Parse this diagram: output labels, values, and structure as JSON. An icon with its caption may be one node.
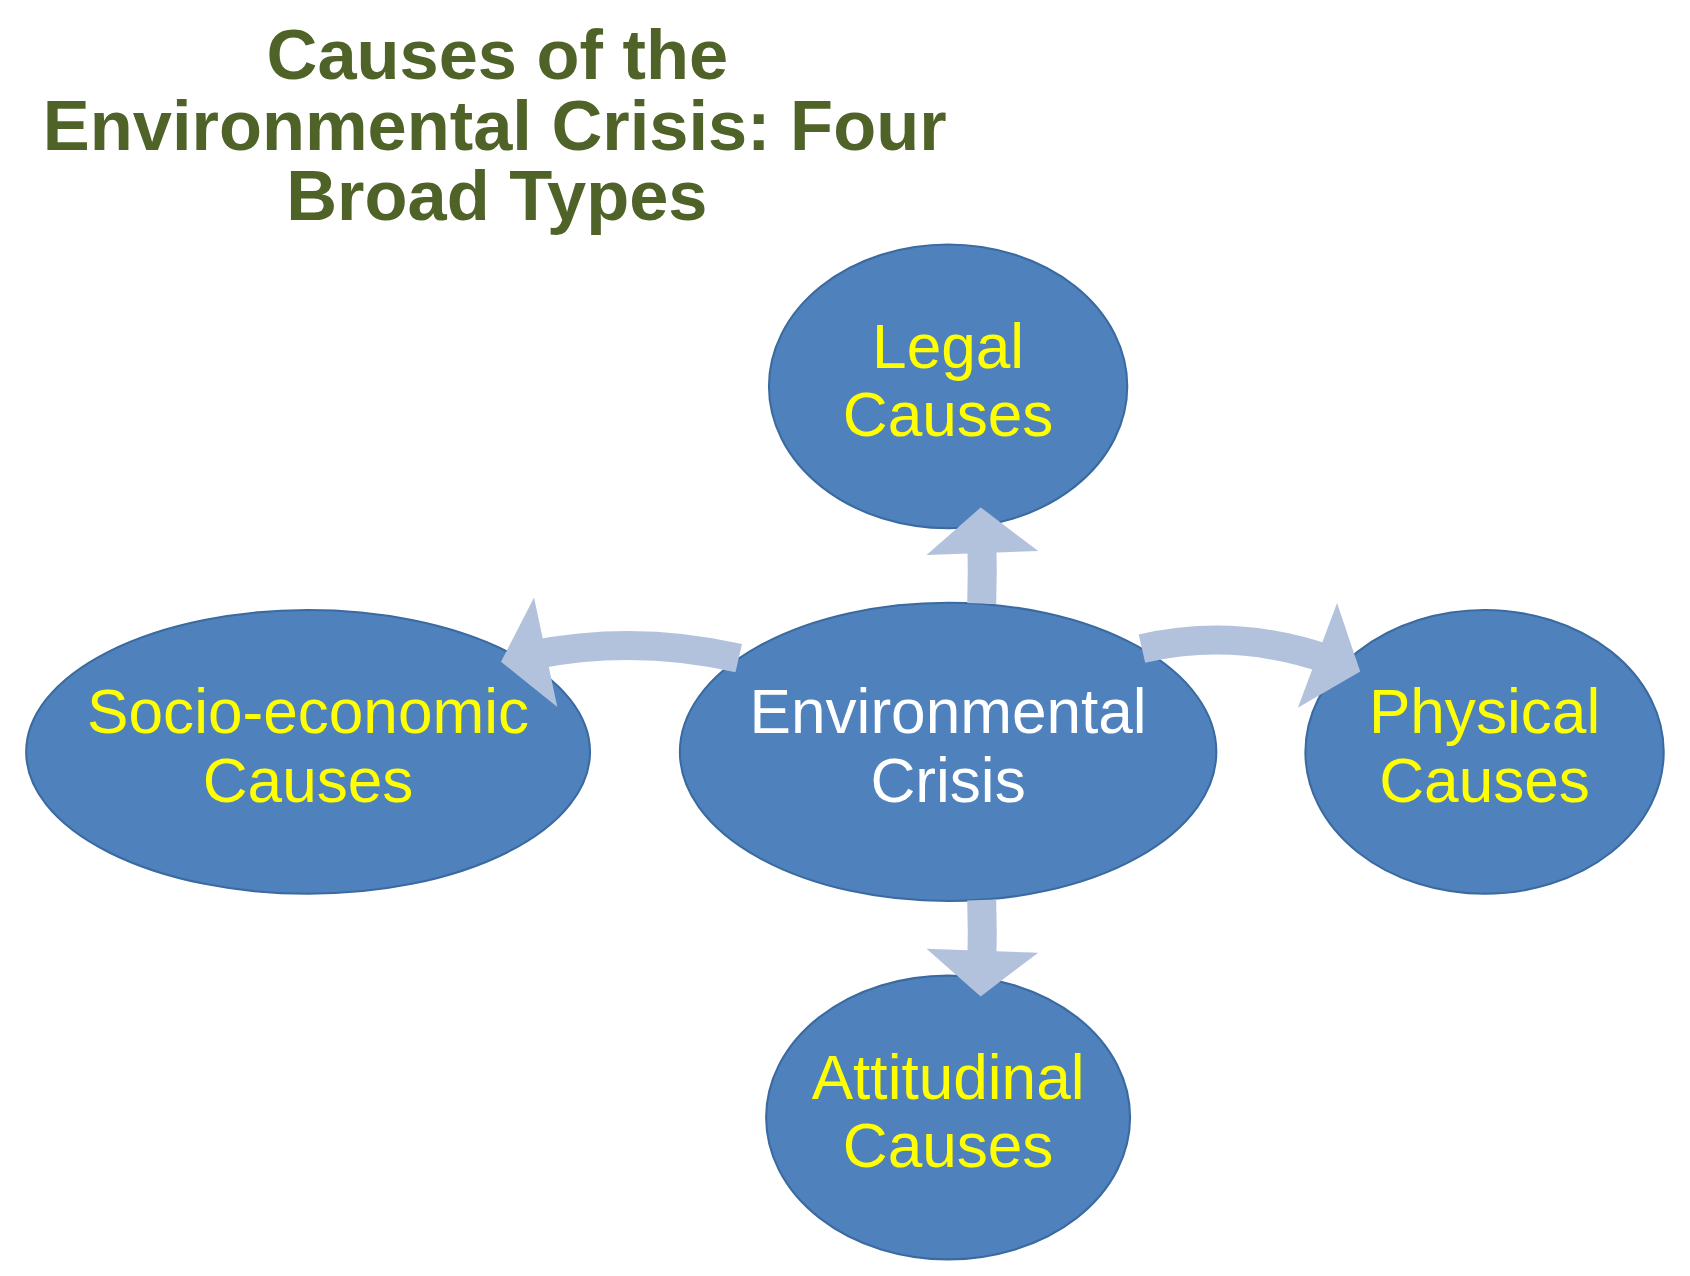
{
  "diagram": {
    "title": "Causes of the Environmental Crisis: Four Broad Types",
    "nodes": [
      {
        "text": [
          "Legal Causes"
        ]
      },
      {
        "text": [
          "Socio-economic Causes"
        ]
      },
      {
        "text": [
          "Environmental Crisis"
        ]
      },
      {
        "text": [
          "Physical Causes"
        ]
      },
      {
        "text": [
          "Attitudinal Causes"
        ]
      }
    ],
    "edges": [
      {
        "from": 2,
        "to": 0,
        "arrow": "to"
      },
      {
        "from": 2,
        "to": 1,
        "arrow": "to"
      },
      {
        "from": 2,
        "to": 3,
        "arrow": "to"
      },
      {
        "from": 2,
        "to": 4,
        "arrow": "to"
      }
    ]
  }
}
